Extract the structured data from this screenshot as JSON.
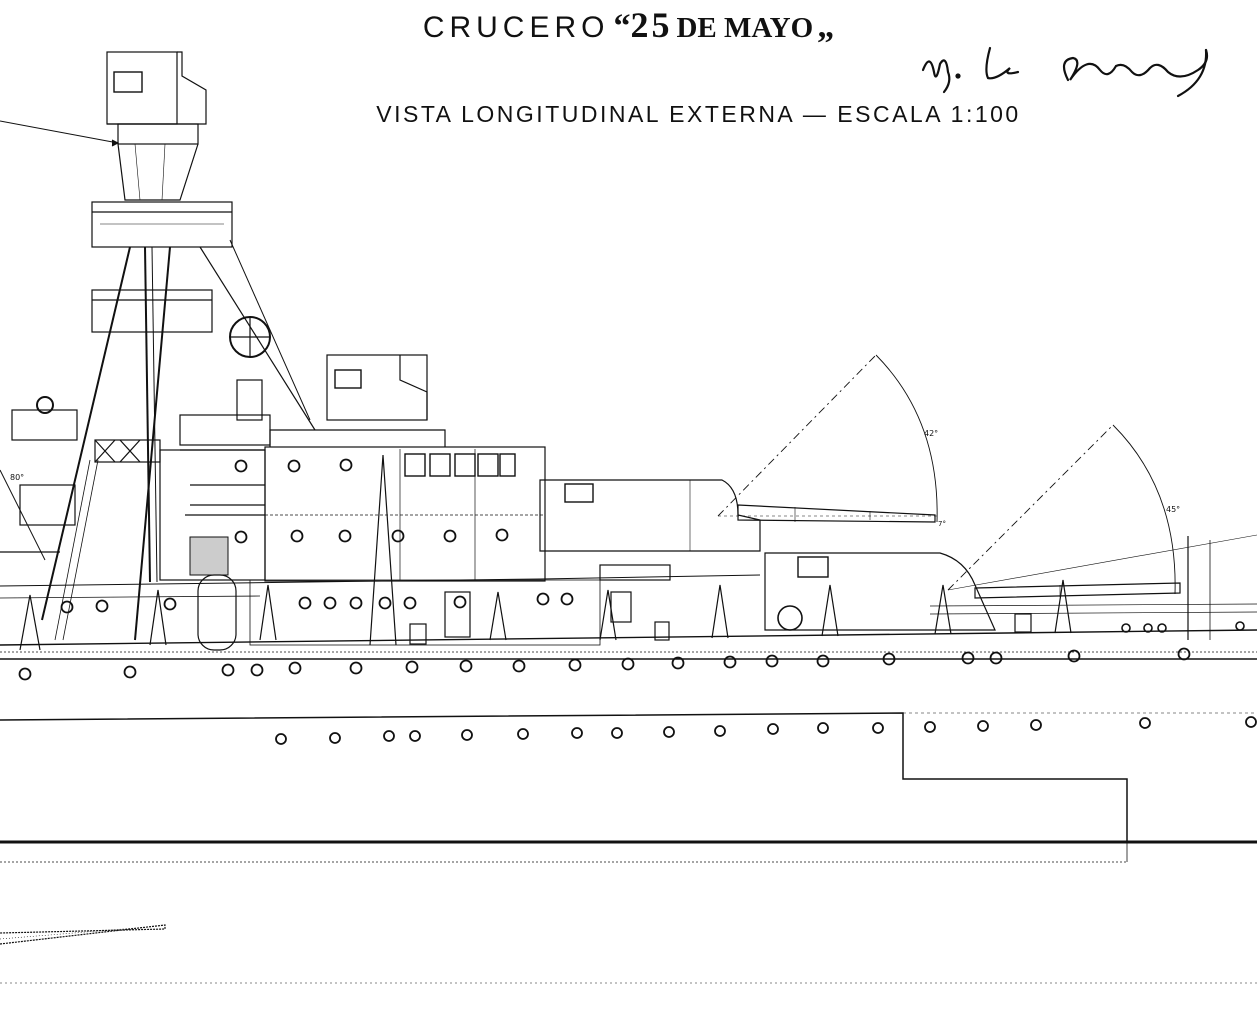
{
  "drawing": {
    "title_prefix": "CRUCERO",
    "title_open_quote": "“",
    "title_number": "25",
    "title_name": "DE MAYO",
    "title_close_quote": "„",
    "subtitle": "VISTA LONGITUDINAL EXTERNA — ESCALA 1:100",
    "signature_text": "Ing. L. Mand",
    "angle_label_a": "42°",
    "angle_label_b": "45°",
    "angle_label_small": "7°",
    "angle_label_left": "80°"
  },
  "colors": {
    "ink": "#111111",
    "paper": "#ffffff"
  }
}
